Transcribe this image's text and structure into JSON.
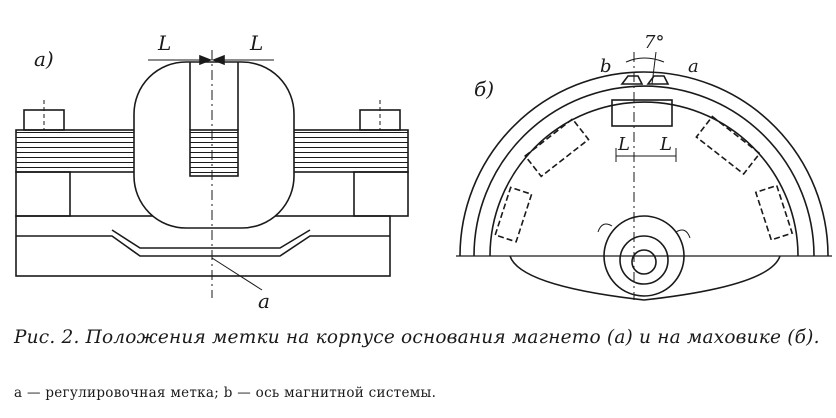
{
  "fig_a": {
    "panel_label": "а)",
    "dim_left": "L",
    "dim_right": "L",
    "mark_label": "а"
  },
  "fig_b": {
    "panel_label": "б)",
    "label_b": "b",
    "label_a": "а",
    "angle": "7°",
    "dim_left": "L",
    "dim_right": "L"
  },
  "caption": {
    "text": "Рис. 2. Положения метки на корпусе основания магнето (а) и на маховике (б).",
    "legend": "а — регулировочная метка; b — ось магнитной системы."
  },
  "colors": {
    "ink": "#1a1a1a",
    "paper": "#ffffff"
  }
}
